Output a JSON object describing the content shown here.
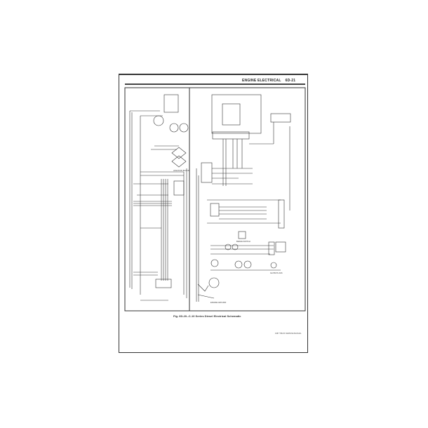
{
  "header": {
    "section": "ENGINE ELECTRICAL",
    "page_number": "6D-21"
  },
  "caption": "Fig. 6D-20--C-10 Series Diesel Electrical Schematic",
  "footer": "1987 TRUCK SERVICE MANUAL",
  "labels": {
    "junction_block": "JUNCTION BLOCK",
    "brake_switch": "BRAKE SWITCH",
    "engine_ground": "ENGINE GROUND",
    "glow_plugs": "GLOW PLUGS"
  }
}
